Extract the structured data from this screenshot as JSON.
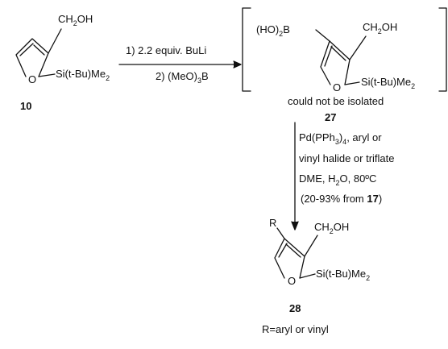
{
  "colors": {
    "ink": "#111111",
    "background": "#ffffff"
  },
  "compound_10": {
    "number": "10",
    "top_group": "CH",
    "top_group_sub": "2",
    "top_group_tail": "OH",
    "ring_atom": "O",
    "silyl_group": "Si(t-Bu)Me",
    "silyl_sub": "2"
  },
  "step1": {
    "condition_1": "1) 2.2 equiv. BuLi",
    "condition_2_prefix": "2) (MeO)",
    "condition_2_sub": "3",
    "condition_2_suffix": "B"
  },
  "compound_27": {
    "number": "27",
    "boron_prefix": "(HO)",
    "boron_sub": "2",
    "boron_suffix": "B",
    "top_group": "CH",
    "top_group_sub": "2",
    "top_group_tail": "OH",
    "ring_atom": "O",
    "silyl_group": "Si(t-Bu)Me",
    "silyl_sub": "2",
    "note": "could not be isolated"
  },
  "step2": {
    "line1_prefix": "Pd(PPh",
    "line1_sub": "3",
    "line1_mid": ")",
    "line1_sub2": "4",
    "line1_suffix": ", aryl or",
    "line2": "vinyl halide or triflate",
    "line3_prefix": "DME, H",
    "line3_sub": "2",
    "line3_suffix": "O, 80ºC",
    "line4_prefix": "(20-93% from ",
    "line4_bold": "17",
    "line4_suffix": ")"
  },
  "compound_28": {
    "number": "28",
    "r_group": "R",
    "top_group": "CH",
    "top_group_sub": "2",
    "top_group_tail": "OH",
    "ring_atom": "O",
    "silyl_group": "Si(t-Bu)Me",
    "silyl_sub": "2",
    "r_definition": "R=aryl or vinyl"
  }
}
